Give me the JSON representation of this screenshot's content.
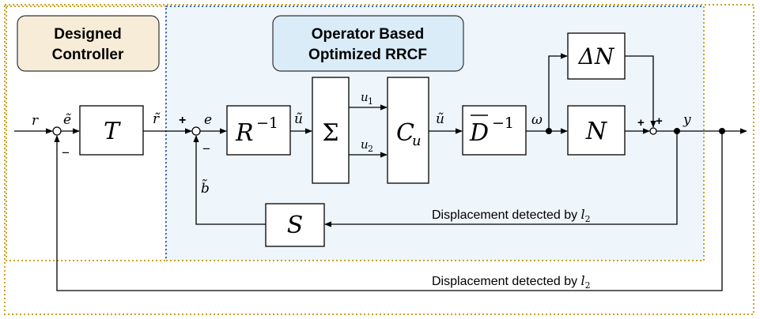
{
  "regions": {
    "controller_title_line1": "Designed",
    "controller_title_line2": "Controller",
    "rrcf_title_line1": "Operator Based",
    "rrcf_title_line2": "Optimized RRCF"
  },
  "blocks": {
    "T": "T",
    "R_base": "R",
    "R_exp": "−1",
    "Sigma": "Σ",
    "Cu_base": "C",
    "Cu_sub": "u",
    "D_base": "D",
    "D_exp": "−1",
    "N": "N",
    "DeltaN": "ΔN",
    "S": "S"
  },
  "signals": {
    "r": "r",
    "e_tilde": "ẽ",
    "r_tilde": "r̃",
    "e": "e",
    "u_tilde_1": "ũ",
    "u1_base": "u",
    "u1_sub": "1",
    "u2_base": "u",
    "u2_sub": "2",
    "u_tilde_2": "ũ",
    "omega": "ω",
    "y": "y",
    "b_tilde": "b̃"
  },
  "signs": {
    "sum1_minus": "−",
    "sum2_plus": "+",
    "sum2_minus": "−",
    "sum3_plus_left": "+",
    "sum3_plus_right": "+"
  },
  "feedback_labels": {
    "inner_text": "Displacement detected by ",
    "inner_sym": "l",
    "inner_sub": "2",
    "outer_text": "Displacement detected by ",
    "outer_sym": "l",
    "outer_sub": "2"
  },
  "colors": {
    "controller_border": "#c9a227",
    "rrcf_border": "#3b6fb6",
    "rrcf_fill": "#eef5fb",
    "controller_title_fill": "#f7ecd8",
    "rrcf_title_fill": "#d9ecf8",
    "line": "#000000"
  }
}
